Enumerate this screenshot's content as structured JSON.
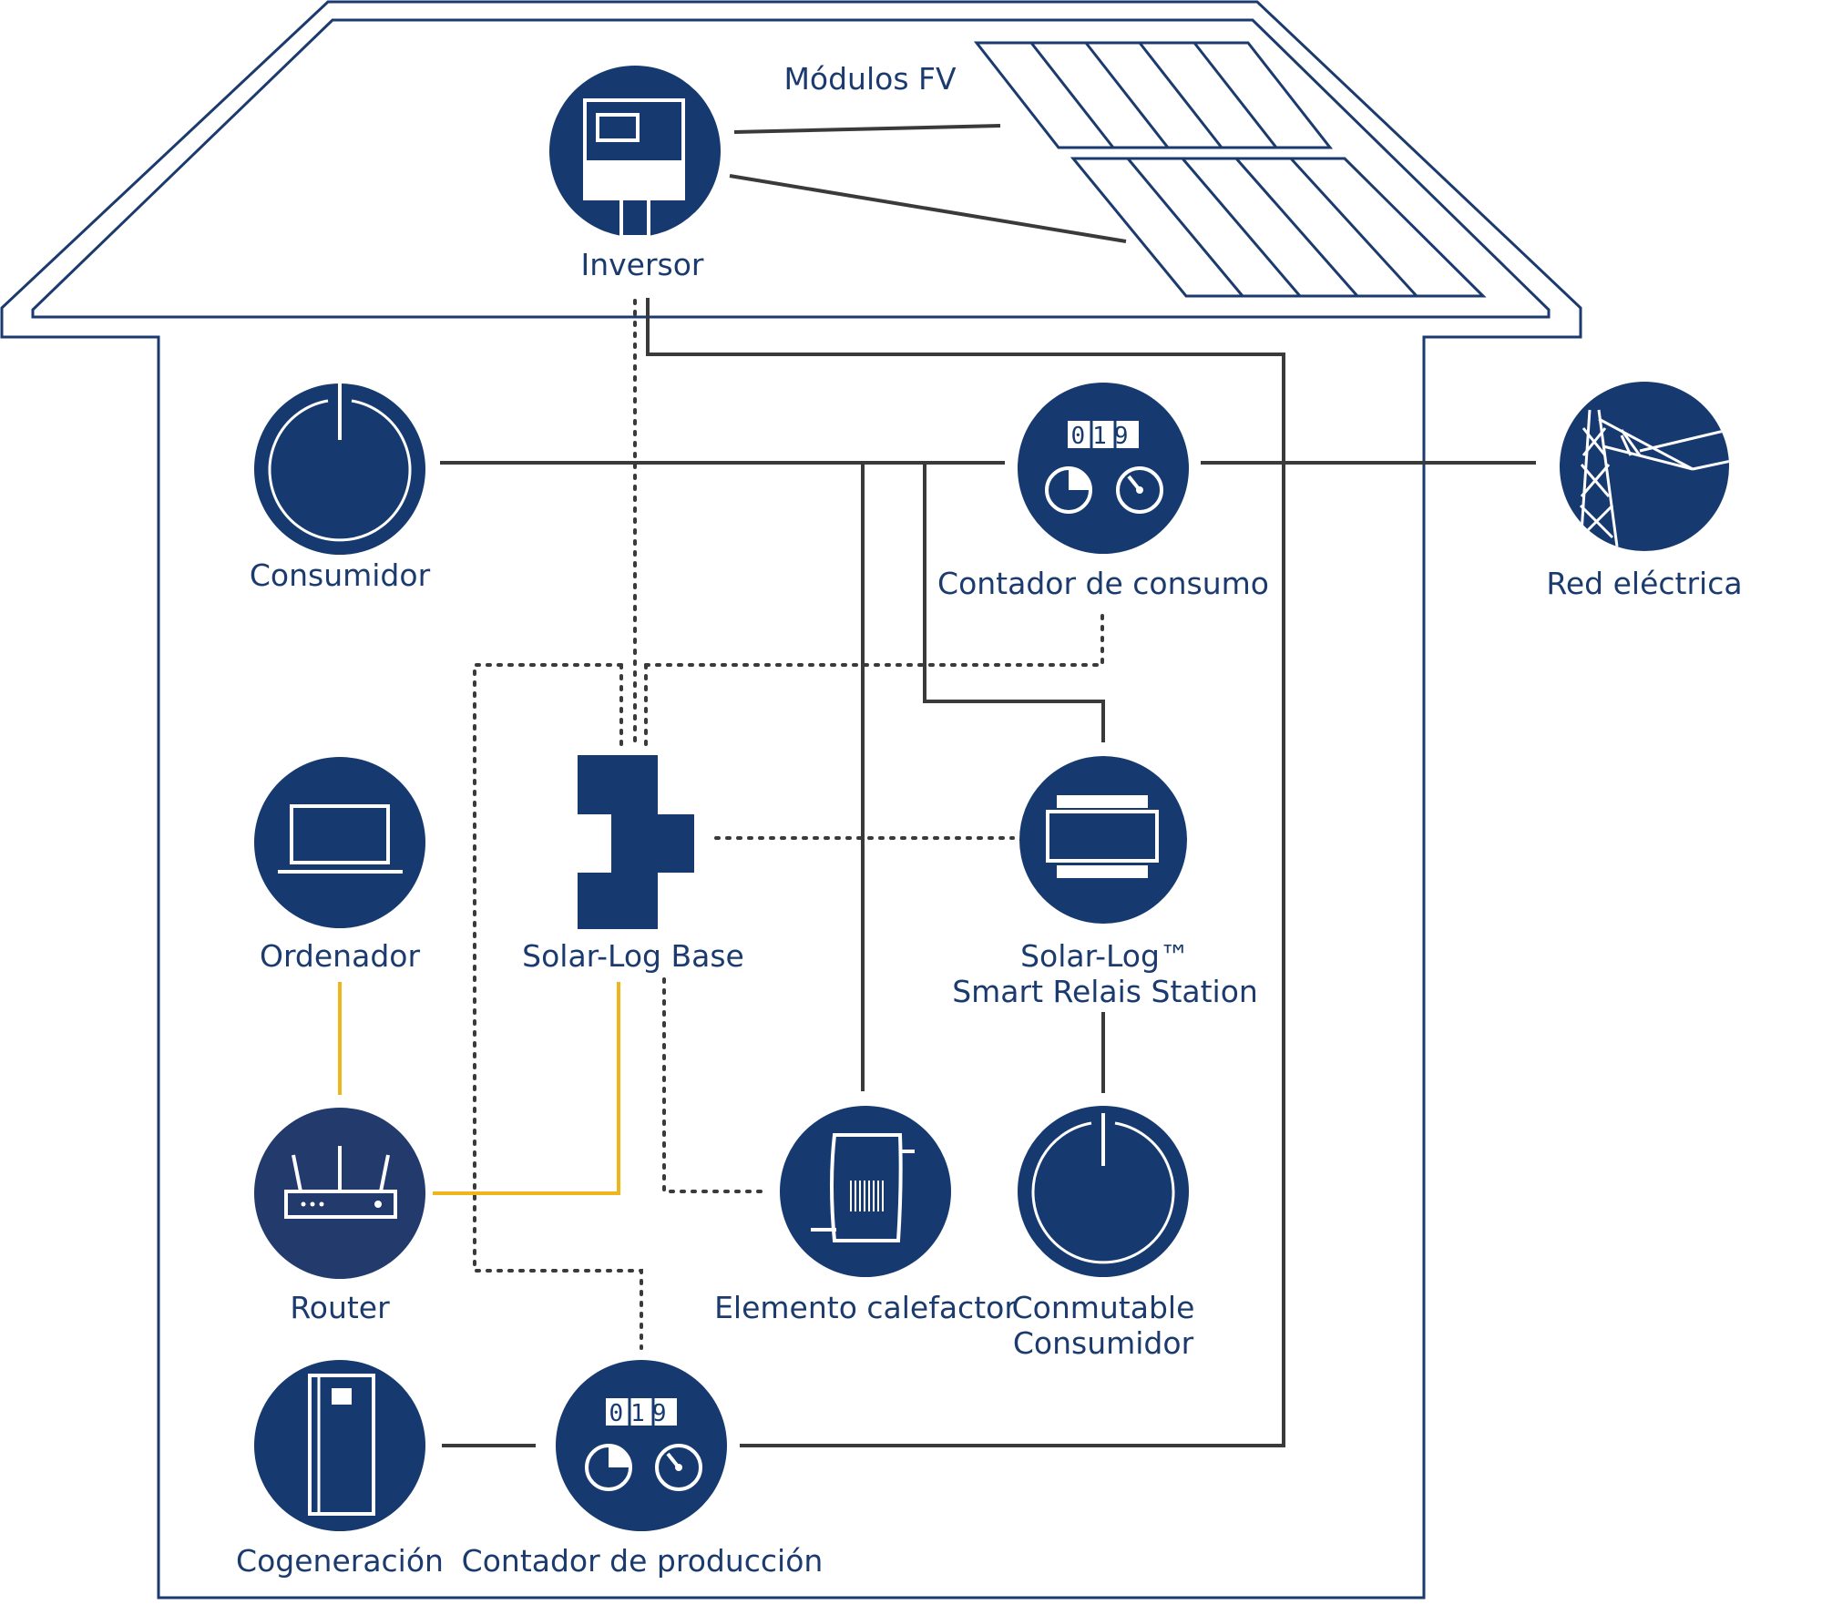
{
  "labels": {
    "pv_modules": "Módulos FV",
    "inverter": "Inversor",
    "consumer": "Consumidor",
    "consumption_meter": "Contador de consumo",
    "grid": "Red eléctrica",
    "computer": "Ordenador",
    "solarlog_base": "Solar-Log Base",
    "relay_station_line1": "Solar-Log™",
    "relay_station_line2": "Smart Relais Station",
    "router": "Router",
    "heating_element": "Elemento calefactor",
    "switchable_line1": "Conmutable",
    "switchable_line2": "Consumidor",
    "cogeneration": "Cogeneración",
    "production_meter": "Contador de producción"
  },
  "meter_digits": "019",
  "colors": {
    "node": "#163a70",
    "text": "#1b3a6e",
    "power_line": "#3a3a3a",
    "ethernet_line": "#efb51d",
    "outline": "#1b3a6e"
  }
}
